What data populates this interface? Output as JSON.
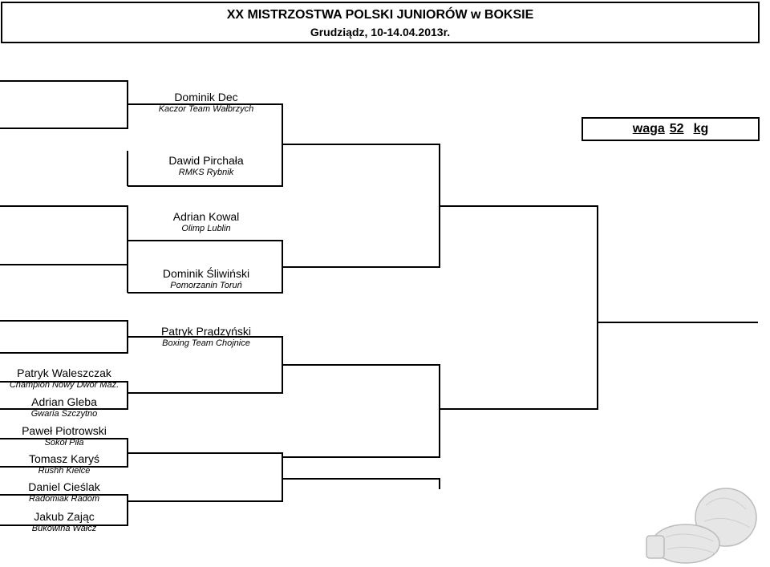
{
  "header": {
    "title": "XX MISTRZOSTWA POLSKI JUNIORÓW w BOKSIE",
    "subtitle": "Grudziądz, 10-14.04.2013r."
  },
  "weight": {
    "label": "waga",
    "value": "52",
    "unit": "kg"
  },
  "bracket": {
    "upper": [
      {
        "name": "Dominik Dec",
        "club": "Kaczor Team Wałbrzych"
      },
      {
        "name": "Dawid Pirchała",
        "club": "RMKS Rybnik"
      },
      {
        "name": "Adrian Kowal",
        "club": "Olimp Lublin"
      },
      {
        "name": "Dominik Śliwiński",
        "club": "Pomorzanin Toruń"
      },
      {
        "name": "Patryk Prądzyński",
        "club": "Boxing Team Chojnice"
      }
    ],
    "lower": [
      {
        "name": "Patryk Waleszczak",
        "club": "Champion Nowy Dwór Maz."
      },
      {
        "name": "Adrian Gleba",
        "club": "Gwaria Szczytno"
      },
      {
        "name": "Paweł Piotrowski",
        "club": "Sokół Piła"
      },
      {
        "name": "Tomasz Karyś",
        "club": "Rushh Kielce"
      },
      {
        "name": "Daniel Cieślak",
        "club": "Radomiak Radom"
      },
      {
        "name": "Jakub Zając",
        "club": "Bukowina Wałcz"
      }
    ]
  }
}
